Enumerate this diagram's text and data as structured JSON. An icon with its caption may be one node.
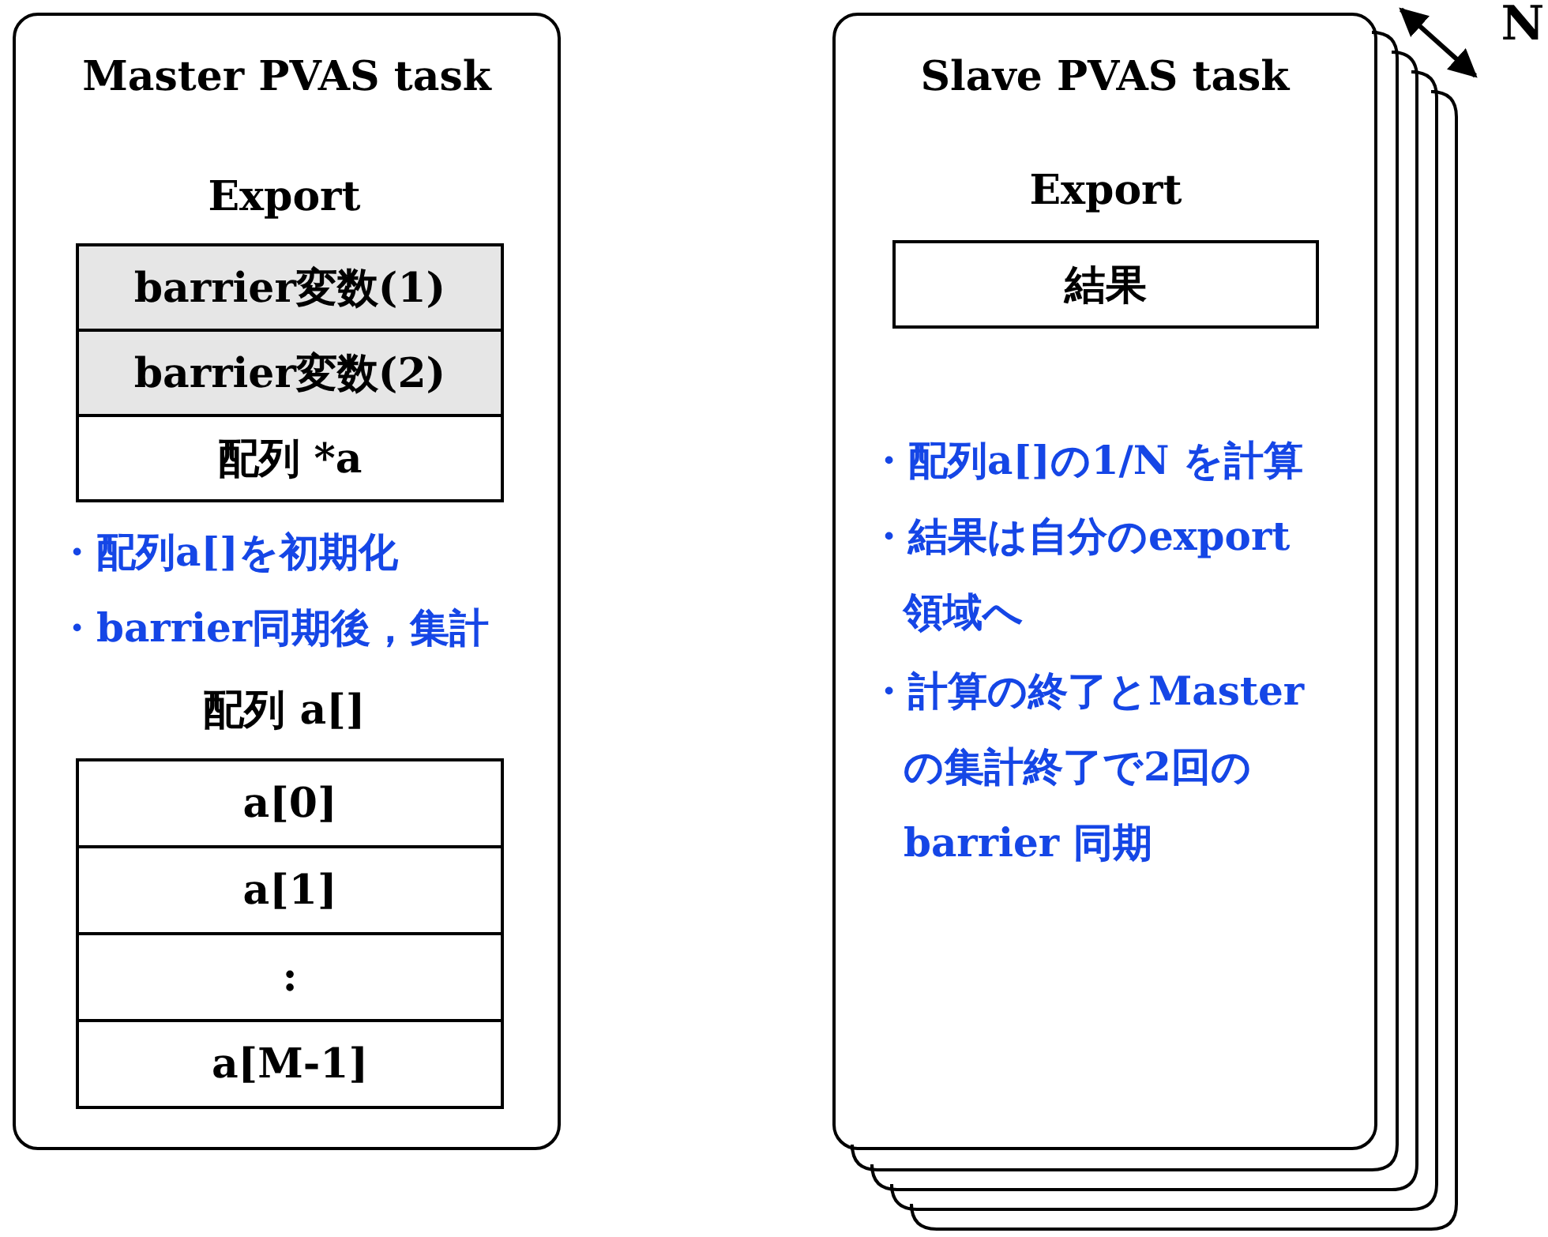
{
  "diagram": {
    "nodes": [
      {
        "text": [
          "Master PVAS task"
        ]
      },
      {
        "text": [
          "barrier変数(1)"
        ],
        "in": 0
      },
      {
        "text": [
          "barrier変数(2)"
        ],
        "in": 0
      },
      {
        "text": [
          "配列 *a"
        ],
        "in": 0
      },
      {
        "text": [
          "a[0]"
        ],
        "in": 0
      },
      {
        "text": [
          "a[1]"
        ],
        "in": 0
      },
      {
        "text": [
          ":"
        ],
        "in": 0
      },
      {
        "text": [
          "a[M-1]"
        ],
        "in": 0
      },
      {
        "text": [
          "Slave PVAS task"
        ]
      },
      {
        "text": [
          "結果"
        ],
        "in": 8
      }
    ],
    "edges": [],
    "labels": [
      "Export",
      "・配列a[]を初期化",
      "・barrier同期後，集計",
      "配列 a[]",
      "N",
      "Export",
      "・配列a[]の1/N を計算",
      "・結果は自分のexport領域へ",
      "・計算の終了とMasterの集計終了で2回のbarrier 同期"
    ]
  }
}
